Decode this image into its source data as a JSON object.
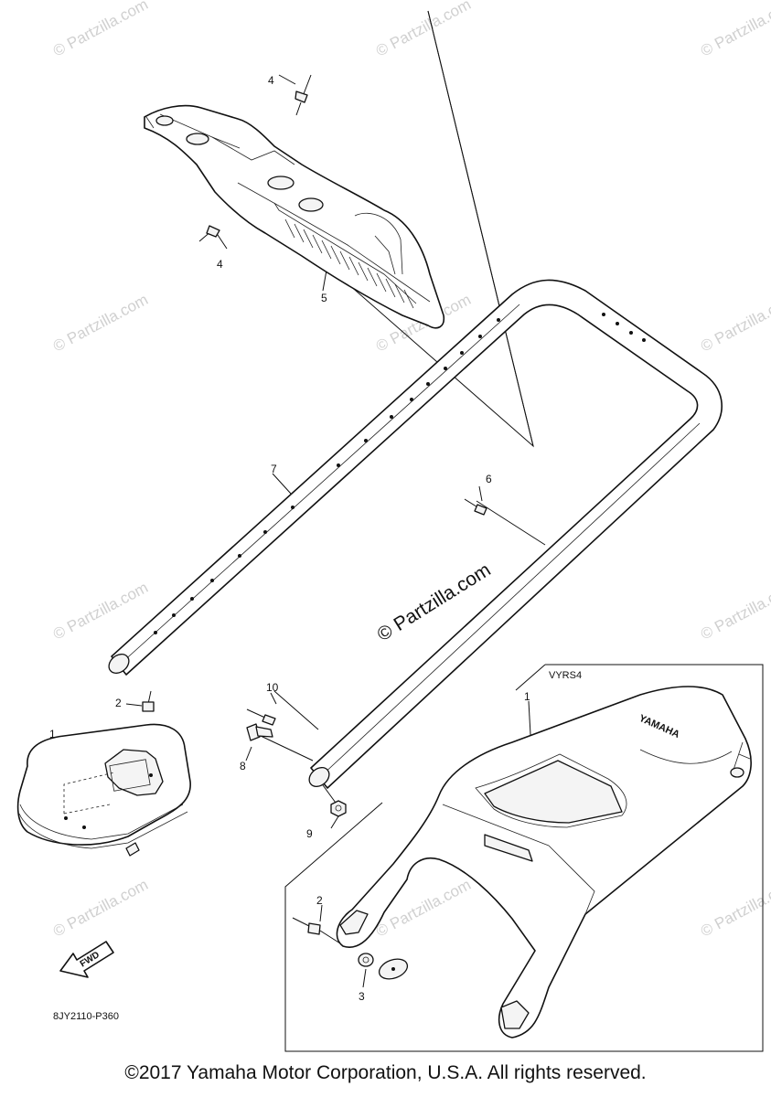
{
  "diagram": {
    "watermarks": [
      "© Partzilla.com"
    ],
    "center_watermark": "© Partzilla.com",
    "callouts": {
      "c1_left": "1",
      "c1_right": "1",
      "c2_left": "2",
      "c2_right": "2",
      "c3": "3",
      "c4_top": "4",
      "c4_bottom": "4",
      "c5": "5",
      "c6": "6",
      "c7": "7",
      "c8": "8",
      "c9": "9",
      "c10": "10"
    },
    "inset_label": "VYRS4",
    "fwd_label": "FWD",
    "seat_logo": "YAMAHA",
    "diagram_code": "8JY2110-P360"
  },
  "footer": {
    "copyright": "©2017 Yamaha Motor Corporation, U.S.A. All rights reserved."
  }
}
